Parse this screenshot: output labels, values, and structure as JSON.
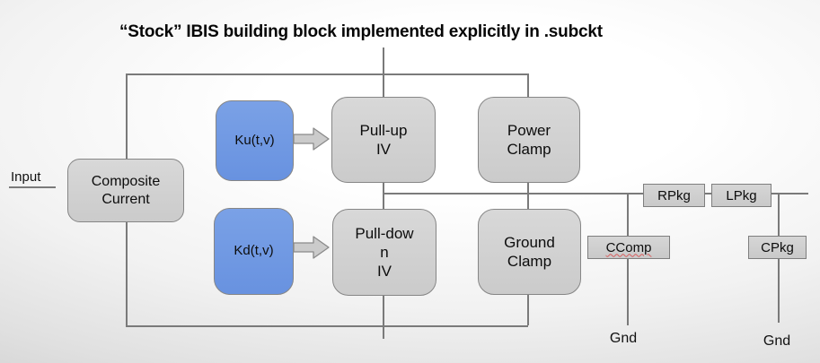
{
  "slide": {
    "title": "“Stock” IBIS building block implemented explicitly in .subckt"
  },
  "labels": {
    "input": "Input",
    "gnd_ccomp": "Gnd",
    "gnd_cpkg": "Gnd"
  },
  "blocks": {
    "composite_current": "Composite\nCurrent",
    "ku": "Ku(t,v)",
    "kd": "Kd(t,v)",
    "pull_up": "Pull-up\nIV",
    "power_clamp": "Power\nClamp",
    "pull_down": "Pull-dow\nn\nIV",
    "ground_clamp": "Ground\nClamp",
    "rpkg": "RPkg",
    "lpkg": "LPkg",
    "ccomp": "CComp",
    "cpkg": "CPkg"
  },
  "icons": {
    "ku_arrow": "block-arrow-right",
    "kd_arrow": "block-arrow-right"
  },
  "colors": {
    "k_block_fill": "#6C96E3",
    "block_fill": "#d2d2d2",
    "block_border": "#868686",
    "wire": "#7a7a7a",
    "title_text": "#060606",
    "misspell_underline": "#d85c5c"
  }
}
